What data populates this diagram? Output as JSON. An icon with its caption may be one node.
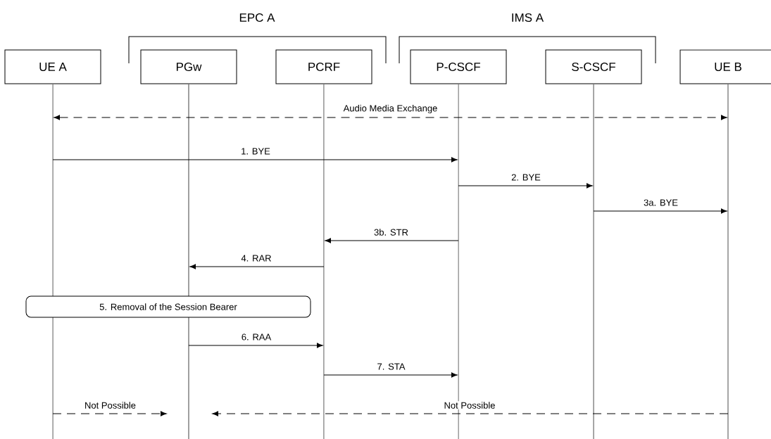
{
  "diagram": {
    "nodes": [
      {
        "text": [
          "UE A"
        ]
      },
      {
        "text": [
          "PGw"
        ]
      },
      {
        "text": [
          "PCRF"
        ]
      },
      {
        "text": [
          "P-CSCF"
        ]
      },
      {
        "text": [
          "S-CSCF"
        ]
      },
      {
        "text": [
          "UE B"
        ]
      },
      {
        "text": [],
        "shape": "line"
      },
      {
        "text": [],
        "shape": "line"
      },
      {
        "text": [],
        "shape": "line"
      },
      {
        "text": [],
        "shape": "line"
      },
      {
        "text": [],
        "shape": "line"
      },
      {
        "text": [],
        "shape": "line"
      },
      {
        "text": [
          "5. Removal of the Session Bearer"
        ]
      }
    ],
    "edges": [
      {
        "from": 6,
        "to": 11,
        "arrow": "both",
        "style": "dashed",
        "label": "Audio Media Exchange"
      },
      {
        "from": 6,
        "to": 9,
        "arrow": "to",
        "label": "1. BYE"
      },
      {
        "from": 9,
        "to": 10,
        "arrow": "to",
        "label": "2. BYE"
      },
      {
        "from": 10,
        "to": 11,
        "arrow": "to",
        "label": "3a. BYE"
      },
      {
        "from": 9,
        "to": 8,
        "arrow": "to",
        "label": "3b. STR"
      },
      {
        "from": 8,
        "to": 7,
        "arrow": "to",
        "label": "4. RAR"
      },
      {
        "from": 7,
        "to": 8,
        "arrow": "to",
        "label": "6. RAA"
      },
      {
        "from": 8,
        "to": 9,
        "arrow": "to",
        "label": "7. STA"
      },
      {
        "from": 6,
        "to": null,
        "arrow": "to",
        "style": "dashed",
        "label": "Not Possible"
      },
      {
        "from": 11,
        "to": null,
        "arrow": "to",
        "style": "dashed",
        "label": "Not Possible"
      }
    ],
    "labels": [
      "EPC A",
      "IMS A"
    ]
  }
}
